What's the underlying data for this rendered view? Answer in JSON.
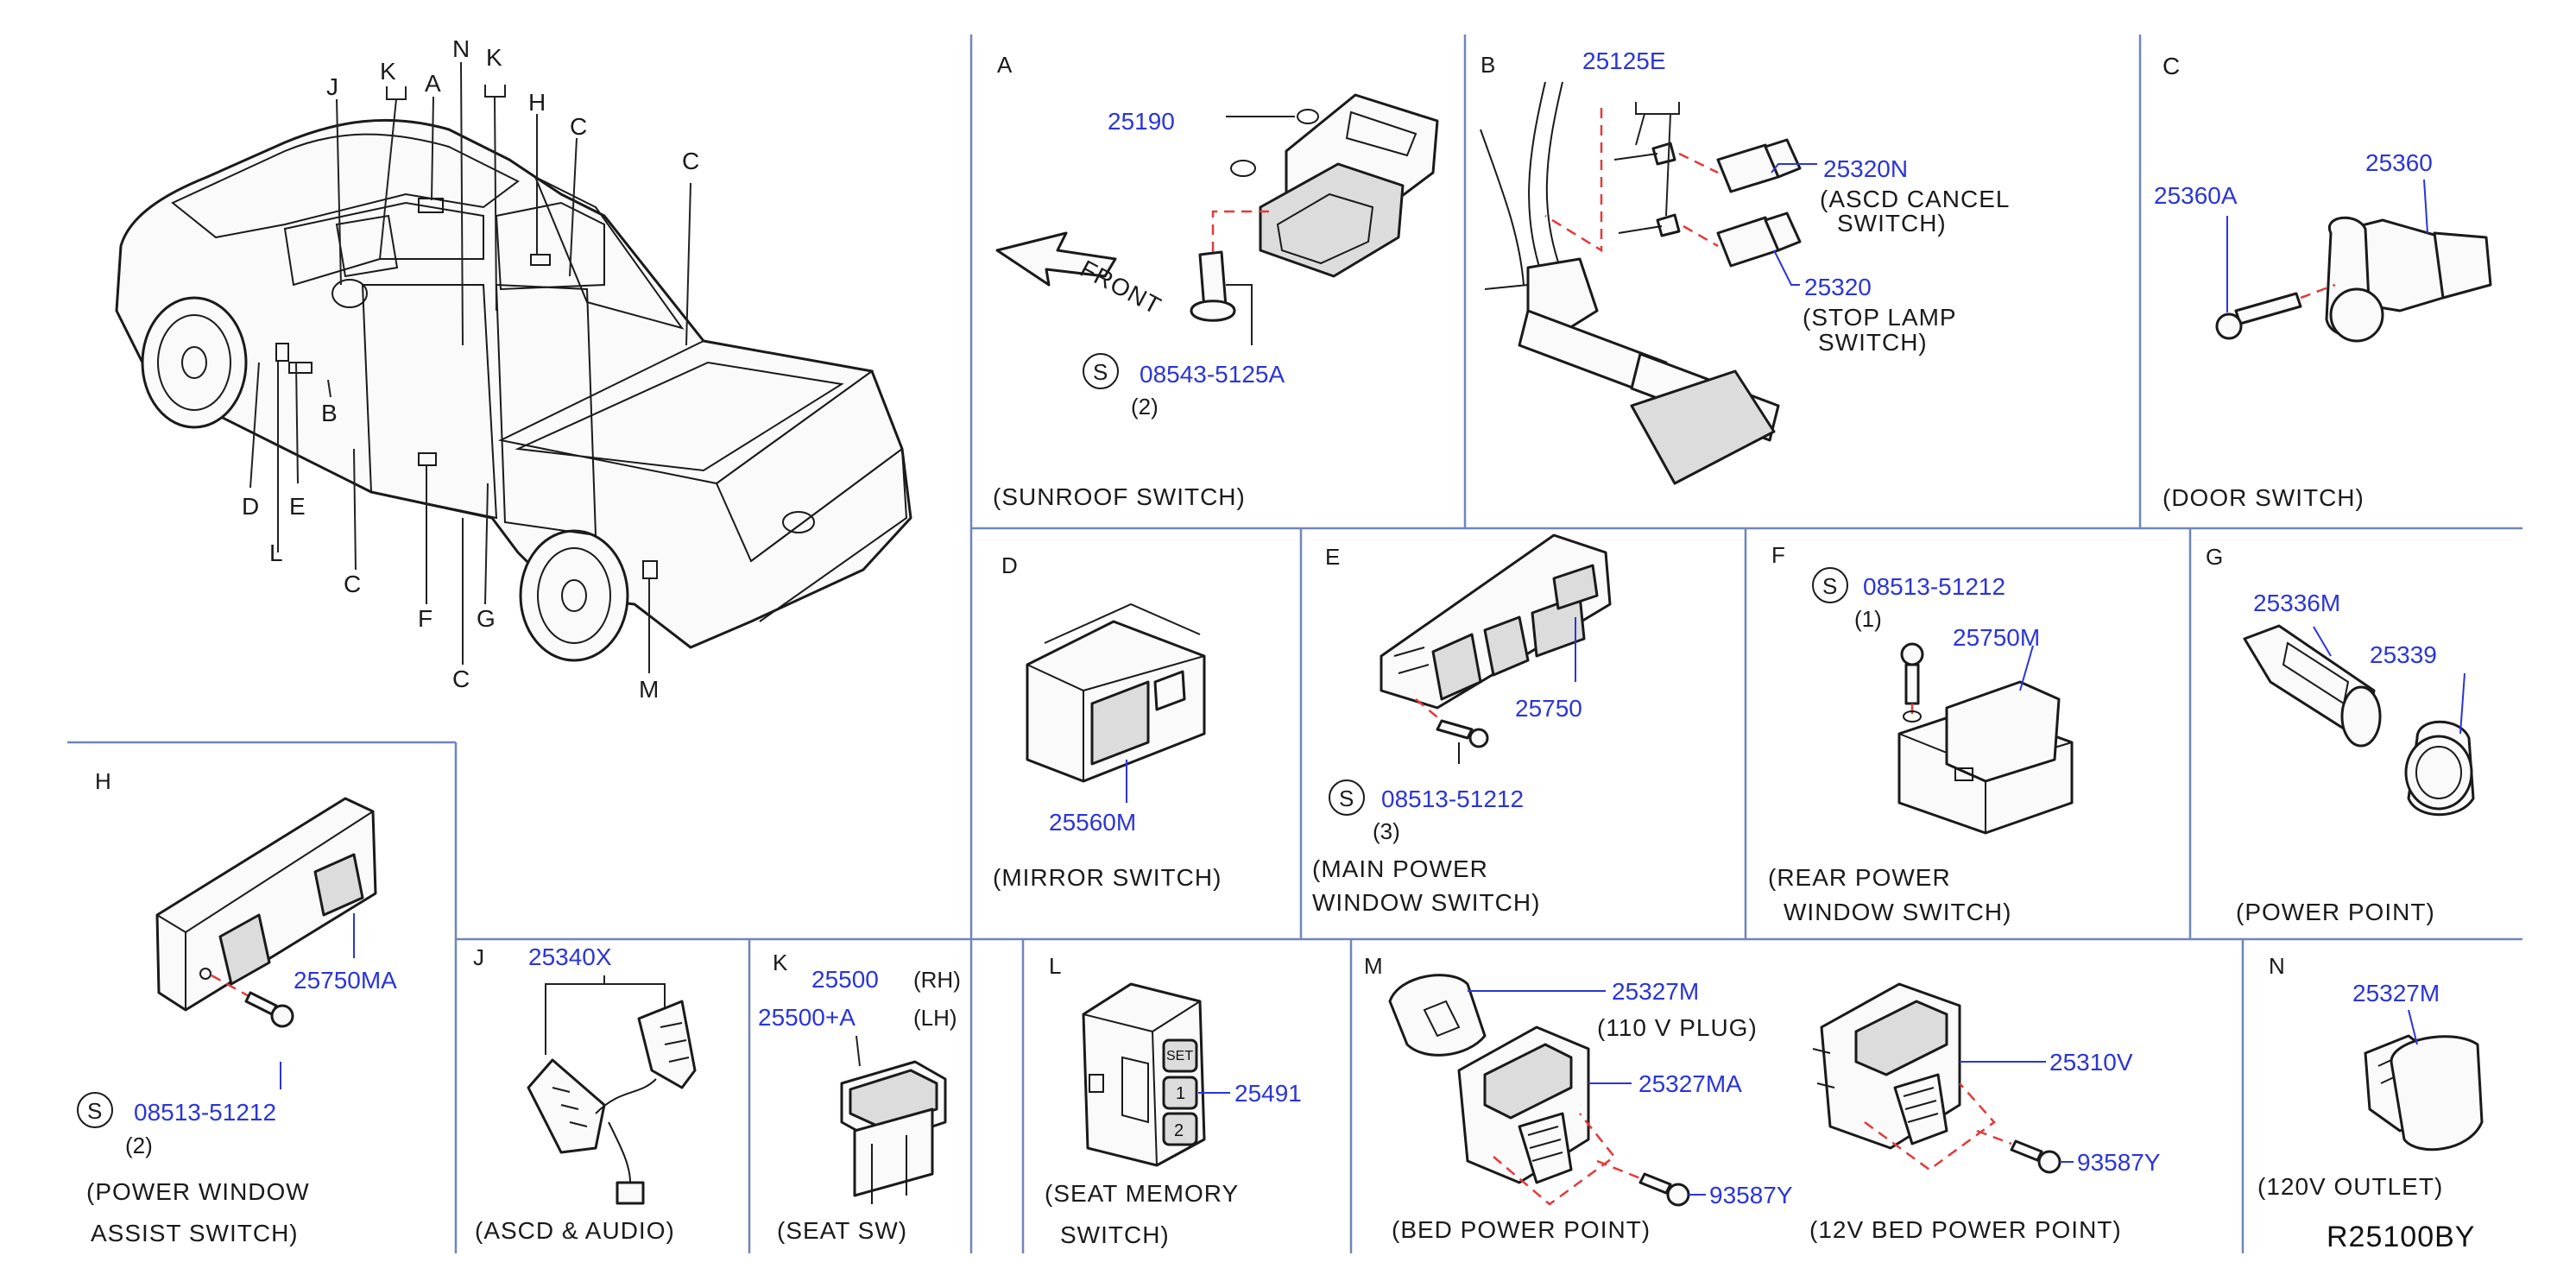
{
  "callouts": {
    "J": "J",
    "K1": "K",
    "A": "A",
    "N": "N",
    "K2": "K",
    "H": "H",
    "C1": "C",
    "C2": "C",
    "D": "D",
    "L": "L",
    "E": "E",
    "B": "B",
    "C3": "C",
    "F": "F",
    "G": "G",
    "C4": "C",
    "M": "M"
  },
  "panels": {
    "A": {
      "letter": "A",
      "p1": "25190",
      "p2": "08543-5125A",
      "qty": "(2)",
      "s": "S",
      "front": "FRONT",
      "caption": "(SUNROOF   SWITCH)"
    },
    "B": {
      "letter": "B",
      "p1": "25125E",
      "p2": "25320N",
      "p2l1": "(ASCD   CANCEL",
      "p2l2": "SWITCH)",
      "p3": "25320",
      "p3l1": "(STOP   LAMP",
      "p3l2": "SWITCH)"
    },
    "C": {
      "letter": "C",
      "p1": "25360A",
      "p2": "25360",
      "caption": "(DOOR   SWITCH)"
    },
    "D": {
      "letter": "D",
      "p1": "25560M",
      "caption": "(MIRROR   SWITCH)"
    },
    "E": {
      "letter": "E",
      "p1": "25750",
      "s": "S",
      "p2": "08513-51212",
      "qty": "(3)",
      "cap1": "(MAIN   POWER",
      "cap2": "WINDOW   SWITCH)"
    },
    "F": {
      "letter": "F",
      "s": "S",
      "p1": "08513-51212",
      "qty": "(1)",
      "p2": "25750M",
      "cap1": "(REAR   POWER",
      "cap2": "WINDOW   SWITCH)"
    },
    "G": {
      "letter": "G",
      "p1": "25336M",
      "p2": "25339",
      "caption": "(POWER   POINT)"
    },
    "H": {
      "letter": "H",
      "p1": "25750MA",
      "s": "S",
      "p2": "08513-51212",
      "qty": "(2)",
      "cap1": "(POWER   WINDOW",
      "cap2": "ASSIST   SWITCH)"
    },
    "J": {
      "letter": "J",
      "p1": "25340X",
      "caption": "(ASCD   &   AUDIO)"
    },
    "K": {
      "letter": "K",
      "p1": "25500",
      "p1n": "(RH)",
      "p2": "25500+A",
      "p2n": "(LH)",
      "caption": "(SEAT   SW)"
    },
    "L": {
      "letter": "L",
      "p1": "25491",
      "cap1": "(SEAT   MEMORY",
      "cap2": "SWITCH)",
      "k1": "SET",
      "k2": "1",
      "k3": "2"
    },
    "M": {
      "letter": "M",
      "p1": "25327M",
      "p1n": "(110   V   PLUG)",
      "p2": "25327MA",
      "p3": "93587Y",
      "p4": "25310V",
      "p5": "93587Y",
      "cap1": "(BED   POWER   POINT)",
      "cap2": "(12V   BED   POWER   POINT)"
    },
    "N": {
      "letter": "N",
      "p1": "25327M",
      "caption": "(120V   OUTLET)"
    }
  },
  "ref": "R25100BY"
}
